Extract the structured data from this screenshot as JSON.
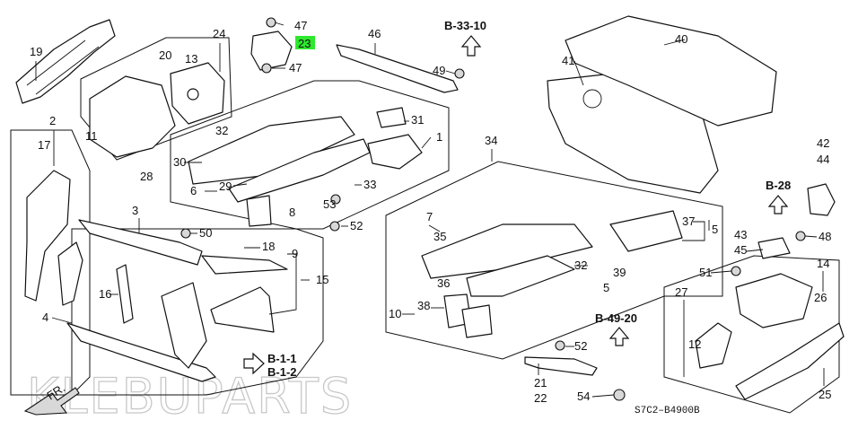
{
  "watermark": "KLEBUPARTS",
  "front_label": "FR.",
  "diagram_code": "S7C2–B4900B",
  "highlighted_part": "23",
  "highlight_color": "#2ee82e",
  "refs": {
    "b33_10": "B-33-10",
    "b28": "B-28",
    "b49_20": "B-49-20",
    "b1_1": "B-1-1",
    "b1_2": "B-1-2"
  },
  "callouts": {
    "c1": "1",
    "c2": "2",
    "c3": "3",
    "c4": "4",
    "c5": "5",
    "c5b": "5",
    "c6": "6",
    "c7": "7",
    "c8": "8",
    "c9": "9",
    "c10": "10",
    "c11": "11",
    "c12": "12",
    "c13": "13",
    "c14": "14",
    "c15": "15",
    "c16": "16",
    "c17": "17",
    "c18": "18",
    "c19": "19",
    "c20": "20",
    "c21": "21",
    "c22": "22",
    "c23": "23",
    "c24": "24",
    "c25": "25",
    "c26": "26",
    "c27": "27",
    "c28": "28",
    "c29": "29",
    "c30": "30",
    "c31": "31",
    "c32a": "32",
    "c32b": "32",
    "c33": "33",
    "c34": "34",
    "c35": "35",
    "c36": "36",
    "c37": "37",
    "c38": "38",
    "c39": "39",
    "c40": "40",
    "c41": "41",
    "c42": "42",
    "c43": "43",
    "c44": "44",
    "c45": "45",
    "c46": "46",
    "c47a": "47",
    "c47b": "47",
    "c48": "48",
    "c49": "49",
    "c50": "50",
    "c51": "51",
    "c52a": "52",
    "c52b": "52",
    "c53": "53",
    "c54": "54"
  }
}
